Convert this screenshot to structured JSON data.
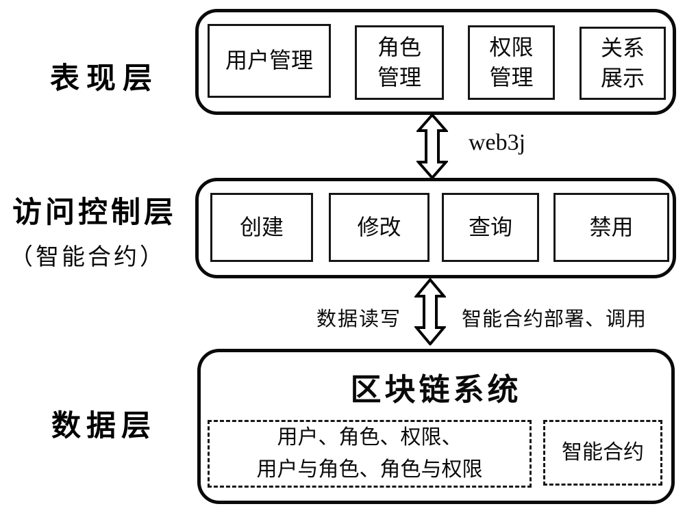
{
  "layers": {
    "presentation": {
      "label": "表现层",
      "boxes": [
        {
          "line1": "用户管理",
          "line2": ""
        },
        {
          "line1": "角色",
          "line2": "管理"
        },
        {
          "line1": "权限",
          "line2": "管理"
        },
        {
          "line1": "关系",
          "line2": "展示"
        }
      ]
    },
    "access_control": {
      "label": "访问控制层",
      "sublabel": "（智能合约）",
      "boxes": [
        "创建",
        "修改",
        "查询",
        "禁用"
      ]
    },
    "data": {
      "label": "数据层",
      "system_title": "区块链系统",
      "ledger_box": {
        "line1": "用户、角色、权限、",
        "line2": "用户与角色、角色与权限"
      },
      "contract_box": "智能合约"
    }
  },
  "connectors": {
    "top_arrow_label": "web3j",
    "bottom_arrow_left_label": "数据读写",
    "bottom_arrow_right_label": "智能合约部署、调用"
  },
  "colors": {
    "ink": "#0a0a0a",
    "background": "#ffffff"
  }
}
